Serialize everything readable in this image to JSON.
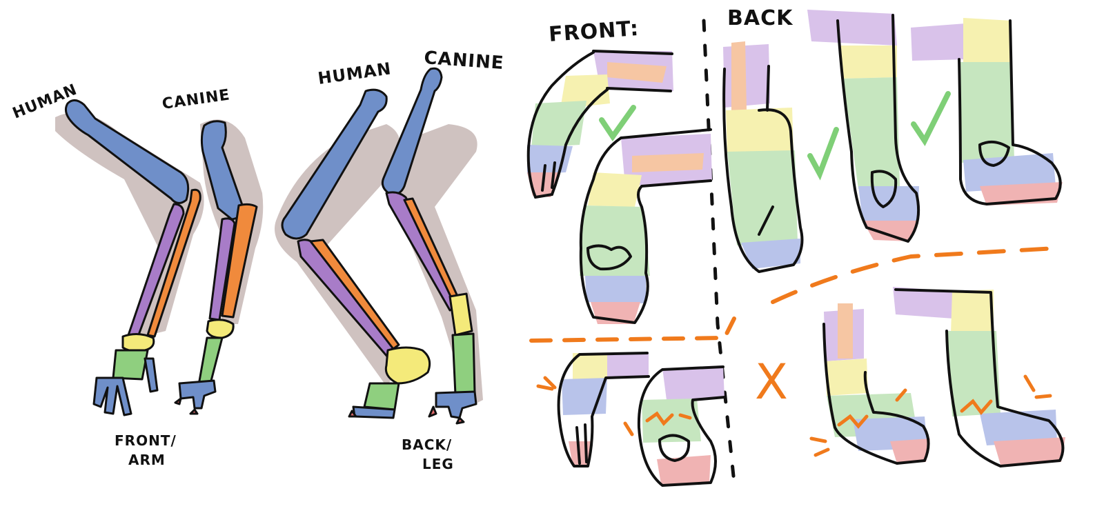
{
  "labels": {
    "human_1": "HUMAN",
    "canine_1": "CANINE",
    "human_2": "HUMAN",
    "canine_2": "CANINE",
    "front_arm_line1": "FRONT/",
    "front_arm_line2": "ARM",
    "back_leg_line1": "BACK/",
    "back_leg_line2": "LEG",
    "front_header": "FRONT:",
    "back_header": "BACK",
    "wrong_mark": "X"
  },
  "colors": {
    "shadow": "#cfc2c0",
    "upper_bone": "#6f8fc9",
    "forearm_bone_a": "#a87cc8",
    "forearm_bone_b": "#f08a3c",
    "carpal": "#f4ea7a",
    "metacarpal": "#8fcf7f",
    "phalanx": "#6f8fc9",
    "claw": "#e06a6a",
    "tone_lilac": "#d9c2ea",
    "tone_peach": "#f6c6a3",
    "tone_yellow": "#f6f1b0",
    "tone_green": "#c6e6bf",
    "tone_blue": "#b8c3ea",
    "tone_pink": "#f0b3b3",
    "check_green": "#7fcf77",
    "wrong_orange": "#f07a1c"
  }
}
